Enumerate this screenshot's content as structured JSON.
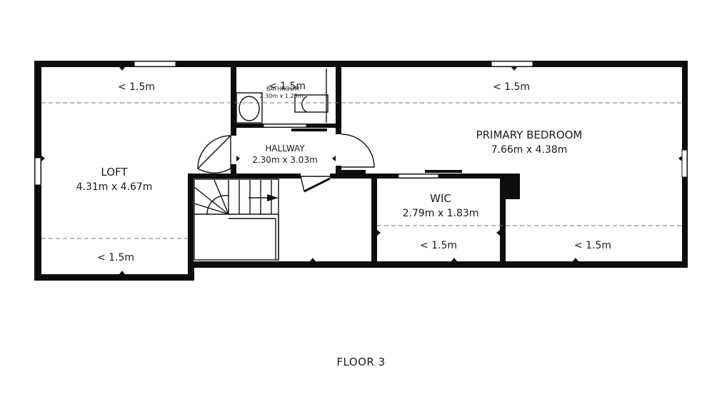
{
  "floor_label": "FLOOR 3",
  "rooms": {
    "loft": {
      "name": "LOFT",
      "dims": "4.31m x 4.67m",
      "height_top": "< 1.5m",
      "height_bottom": "< 1.5m"
    },
    "bathroom": {
      "name": "BATHROOM",
      "dims": "2.30m x 1.25m",
      "height": "< 1.5m"
    },
    "hallway": {
      "name": "HALLWAY",
      "dims": "2.30m x 3.03m"
    },
    "primary_bedroom": {
      "name": "PRIMARY BEDROOM",
      "dims": "7.66m x 4.38m",
      "height_top": "< 1.5m",
      "height_bottom": "< 1.5m"
    },
    "wic": {
      "name": "WIC",
      "dims": "2.79m x 1.83m",
      "height": "< 1.5m"
    }
  },
  "colors": {
    "wall": "#0d0d0d",
    "background": "#ffffff",
    "ceiling_line": "#777777"
  }
}
